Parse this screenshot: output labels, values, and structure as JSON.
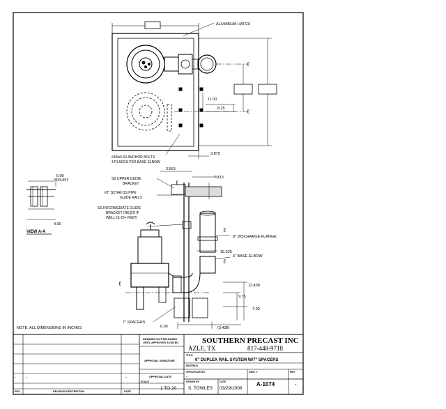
{
  "labels": {
    "aluminum_hatch": "ALUMINUM HATCH",
    "dim_11_00": "11.00",
    "dim_8_25": "8.25",
    "anchor_bolts_1": "#3/5x5.50 ANCHOR BOLTS",
    "anchor_bolts_2": "4 PLACES PER BASE ELBOW",
    "dim_3_875": "3.875",
    "dim_3_563": "3.563",
    "dim_7_313": "7.313",
    "dim_5_00": "5.00",
    "mount": "MOUNT",
    "dim_4_00": "4.00",
    "view_aa": "VIEW A-A",
    "upper_guide_1": "SS UPPER GUIDE",
    "upper_guide_2": "BRACKET",
    "pipe_1": "#2\" SCH40 SS PIPE",
    "pipe_2": "GUIDE RAILS",
    "intermediate_1": "SS INTERMEDIATE GUIDE",
    "intermediate_2": "BRACKET (REQ'D IF",
    "intermediate_3": "WELL IS 20+ FEET)",
    "discharge_flange": "8\" DISCHARGE FLANGE",
    "dim_15_625": "15.625",
    "base_elbow": "6\" BASE ELBOW",
    "dim_12_438": "12.438",
    "dim_9_75": "9.75",
    "dim_7_00": "7.00",
    "spacers": "7\" SPACERS",
    "dim_6_00": "6.00",
    "dim_3_438": "(3.438)",
    "note": "NOTE: ALL DIMENSIONS IN INCHES",
    "cl": "ℓ"
  },
  "title_block": {
    "drawing_note_1": "DRAWING NOT RELEASED",
    "drawing_note_2": "UNTIL APPROVED & DATED",
    "approval_signature": "APPROVAL SIGNATURE",
    "approval_date": "APPROVAL DATE",
    "rev_header": "REV.",
    "revision_desc_header": "REVISION DESCRIPTION",
    "date_header": "DATE",
    "dash": "-",
    "company": "SOUTHERN PRECAST INC",
    "city": "AZLE, TX",
    "phone": "817-448-9718",
    "title_label": "TITLE",
    "title": "6\" DUPLEX RAIL SYSTEM W/7\" SPACERS",
    "material_label": "MATERIAL",
    "specification_label": "SPECIFICATION",
    "dwg_label": "DWG. #",
    "rev_label": "REV.",
    "scale_label": "SCALE",
    "scale": "1 TO 20",
    "drawn_label": "DRAWN BY",
    "drawn_by": "S. TOWLES",
    "date_label": "DATE",
    "date": "03/29/2006",
    "dwg_number": "A-1074",
    "rev_value": "-"
  }
}
